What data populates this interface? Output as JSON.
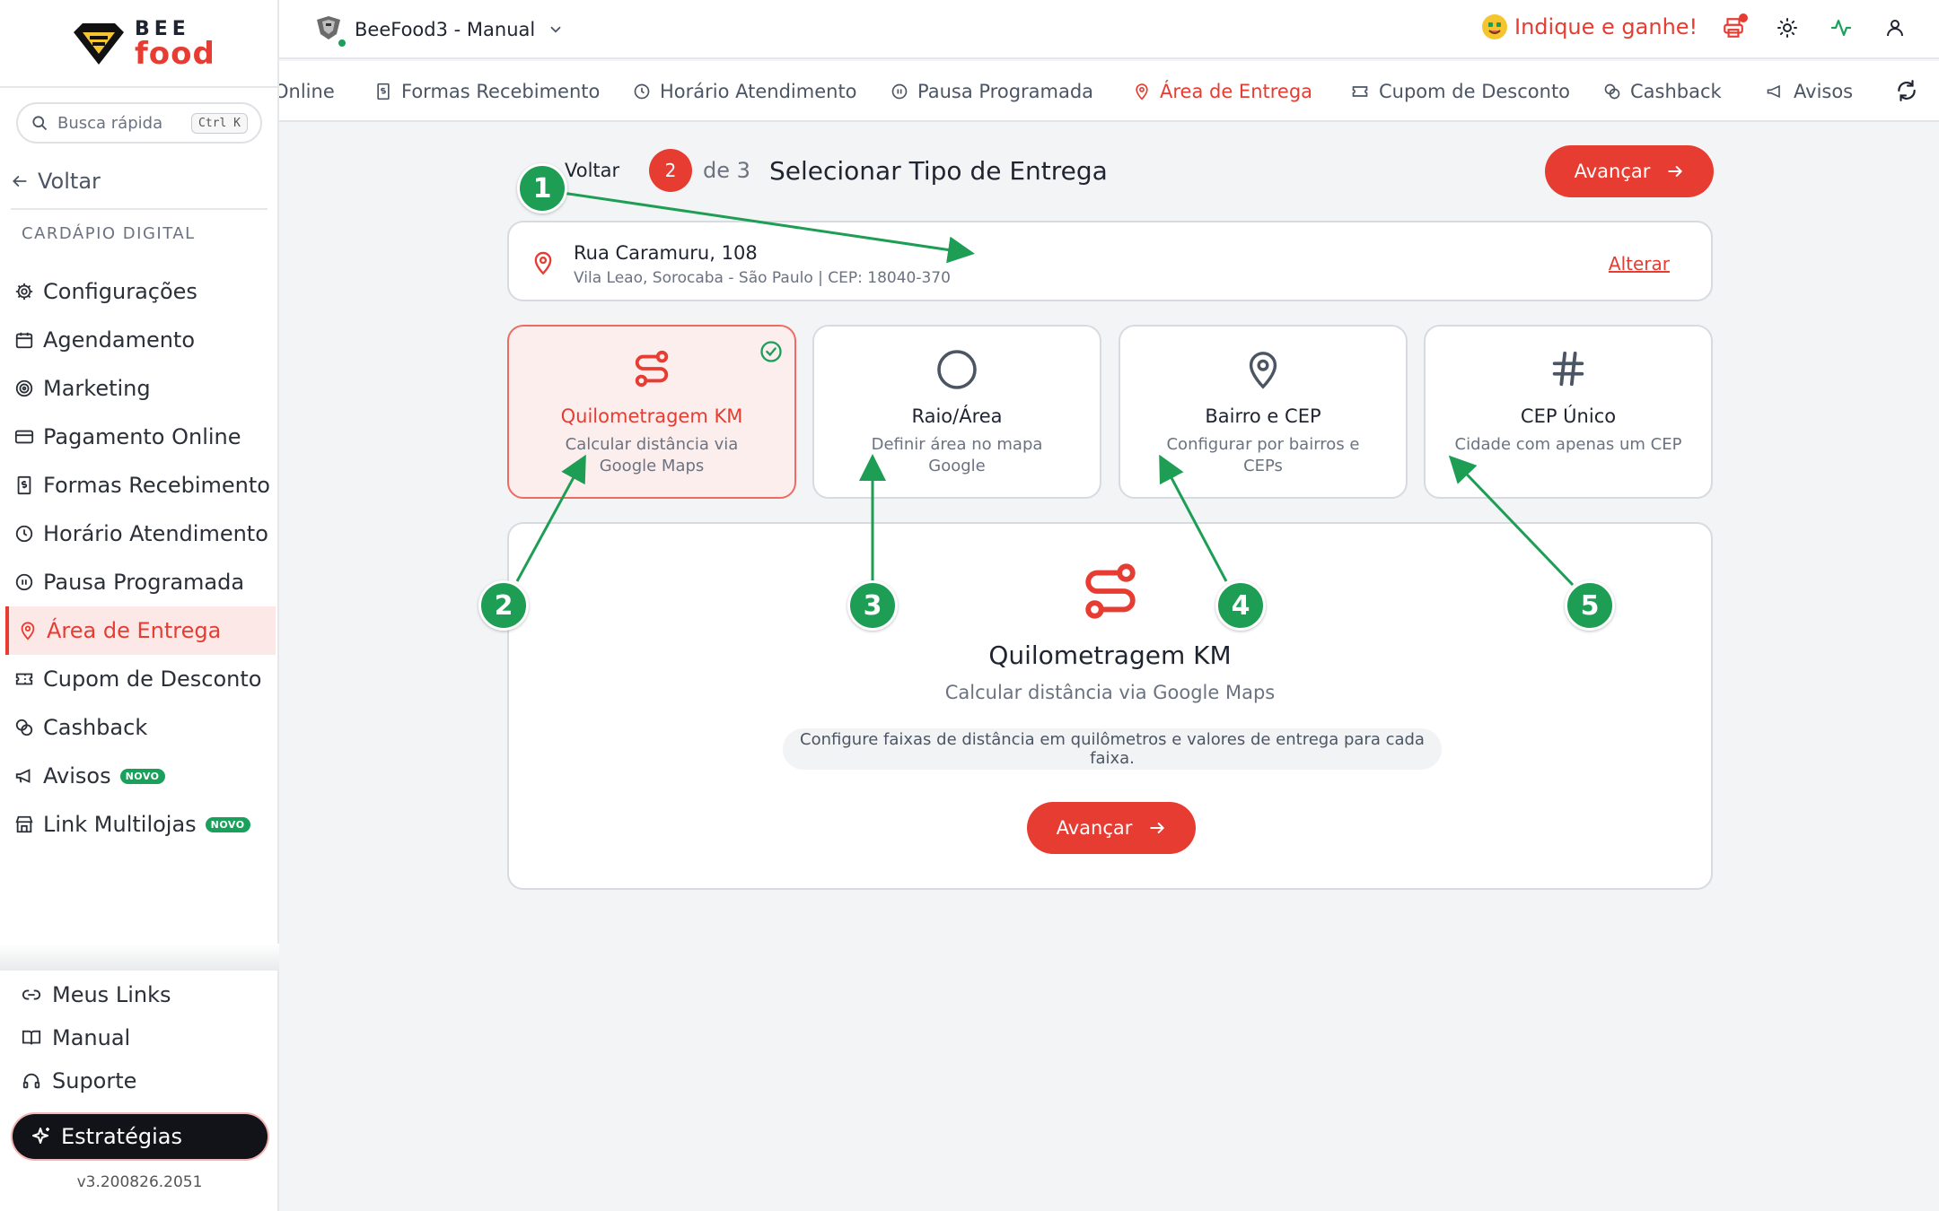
{
  "sidebar": {
    "logo_top": "BEE",
    "logo_bottom": "food",
    "search_placeholder": "Busca rápida",
    "search_shortcut": "Ctrl K",
    "back_label": "Voltar",
    "section_label": "CARDÁPIO DIGITAL",
    "items": [
      {
        "label": "Configurações",
        "icon": "gear-icon"
      },
      {
        "label": "Agendamento",
        "icon": "calendar-icon"
      },
      {
        "label": "Marketing",
        "icon": "target-icon"
      },
      {
        "label": "Pagamento Online",
        "icon": "credit-card-icon"
      },
      {
        "label": "Formas Recebimento",
        "icon": "receipt-icon"
      },
      {
        "label": "Horário Atendimento",
        "icon": "clock-icon"
      },
      {
        "label": "Pausa Programada",
        "icon": "pause-icon"
      },
      {
        "label": "Área de Entrega",
        "icon": "map-pin-icon",
        "active": true
      },
      {
        "label": "Cupom de Desconto",
        "icon": "ticket-icon"
      },
      {
        "label": "Cashback",
        "icon": "coins-icon"
      },
      {
        "label": "Avisos",
        "icon": "megaphone-icon",
        "badge": "NOVO"
      },
      {
        "label": "Link Multilojas",
        "icon": "store-icon",
        "badge": "NOVO"
      }
    ],
    "bottom_items": [
      {
        "label": "Meus Links",
        "icon": "link-icon"
      },
      {
        "label": "Manual",
        "icon": "book-icon"
      },
      {
        "label": "Suporte",
        "icon": "headset-icon"
      }
    ],
    "strategies_label": "Estratégias",
    "version": "v3.200826.2051"
  },
  "header": {
    "store_name": "BeeFood3 - Manual",
    "referral": "Indique e ganhe!",
    "icons": [
      "printer-icon",
      "sun-icon",
      "activity-icon",
      "user-icon"
    ]
  },
  "tabs": [
    {
      "label": "Online",
      "icon": ""
    },
    {
      "label": "Formas Recebimento",
      "icon": "receipt-icon"
    },
    {
      "label": "Horário Atendimento",
      "icon": "clock-icon"
    },
    {
      "label": "Pausa Programada",
      "icon": "pause-icon"
    },
    {
      "label": "Área de Entrega",
      "icon": "map-pin-icon",
      "active": true
    },
    {
      "label": "Cupom de Desconto",
      "icon": "ticket-icon"
    },
    {
      "label": "Cashback",
      "icon": "coins-icon"
    },
    {
      "label": "Avisos",
      "icon": "megaphone-icon"
    }
  ],
  "step": {
    "back_label": "Voltar",
    "current": "2",
    "of_label": "de 3",
    "title": "Selecionar Tipo de Entrega",
    "next_label": "Avançar"
  },
  "address": {
    "street": "Rua Caramuru, 108",
    "details": "Vila Leao, Sorocaba - São Paulo | CEP: 18040-370",
    "change_label": "Alterar"
  },
  "options": [
    {
      "title": "Quilometragem KM",
      "desc": "Calcular distância via Google Maps",
      "selected": true
    },
    {
      "title": "Raio/Área",
      "desc": "Definir área no mapa Google"
    },
    {
      "title": "Bairro e CEP",
      "desc": "Configurar por bairros e CEPs"
    },
    {
      "title": "CEP Único",
      "desc": "Cidade com apenas um CEP"
    }
  ],
  "detail": {
    "title": "Quilometragem KM",
    "subtitle": "Calcular distância via Google Maps",
    "note": "Configure faixas de distância em quilômetros e valores de entrega para cada faixa.",
    "next_label": "Avançar"
  },
  "annotations": [
    "1",
    "2",
    "3",
    "4",
    "5"
  ],
  "colors": {
    "accent": "#e63c32",
    "annotation": "#1e9e54",
    "success": "#19a05a"
  }
}
